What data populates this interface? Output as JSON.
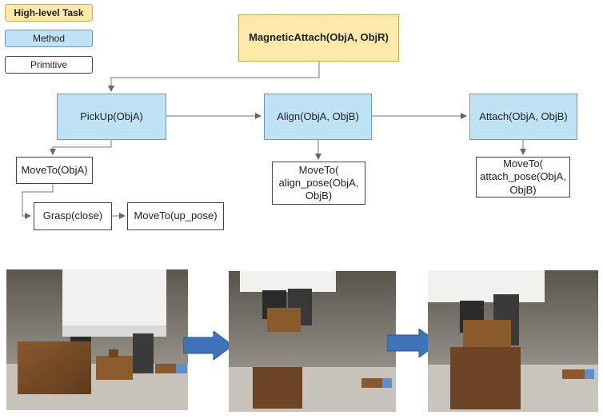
{
  "legend": {
    "task": "High-level Task",
    "method": "Method",
    "primitive": "Primitive"
  },
  "tree": {
    "root": "MagneticAttach(ObjA, ObjR)",
    "methods": {
      "pickup": "PickUp(ObjA)",
      "align": "Align(ObjA, ObjB)",
      "attach": "Attach(ObjA, ObjB)"
    },
    "primitives": {
      "moveto_obja": "MoveTo(ObjA)",
      "grasp": "Grasp(close)",
      "moveto_up": "MoveTo(up_pose)",
      "align_line1": "MoveTo(",
      "align_line2": "align_pose(ObjA,",
      "align_line3": "ObjB)",
      "attach_line1": "MoveTo(",
      "attach_line2": "attach_pose(ObjA,",
      "attach_line3": "ObjB)"
    }
  },
  "colors": {
    "task": "#fde9a9",
    "method": "#bfe2f5",
    "primitive": "#ffffff",
    "arrow": "#3f73b8"
  },
  "photos": [
    "robot-pickup-photo",
    "robot-align-photo",
    "robot-attach-photo"
  ]
}
